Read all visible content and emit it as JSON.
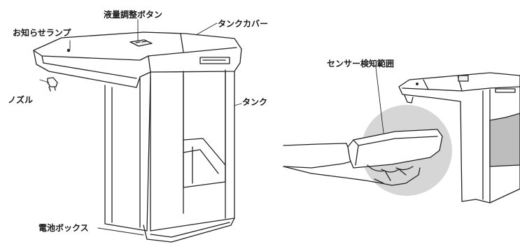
{
  "labels": {
    "indicator_lamp": "お知らせランプ",
    "volume_button": "液量調整ボタン",
    "tank_cover": "タンクカバー",
    "nozzle": "ノズル",
    "tank": "タンク",
    "battery_box": "電池ボックス",
    "sensor_range": "センサー検知範囲"
  }
}
